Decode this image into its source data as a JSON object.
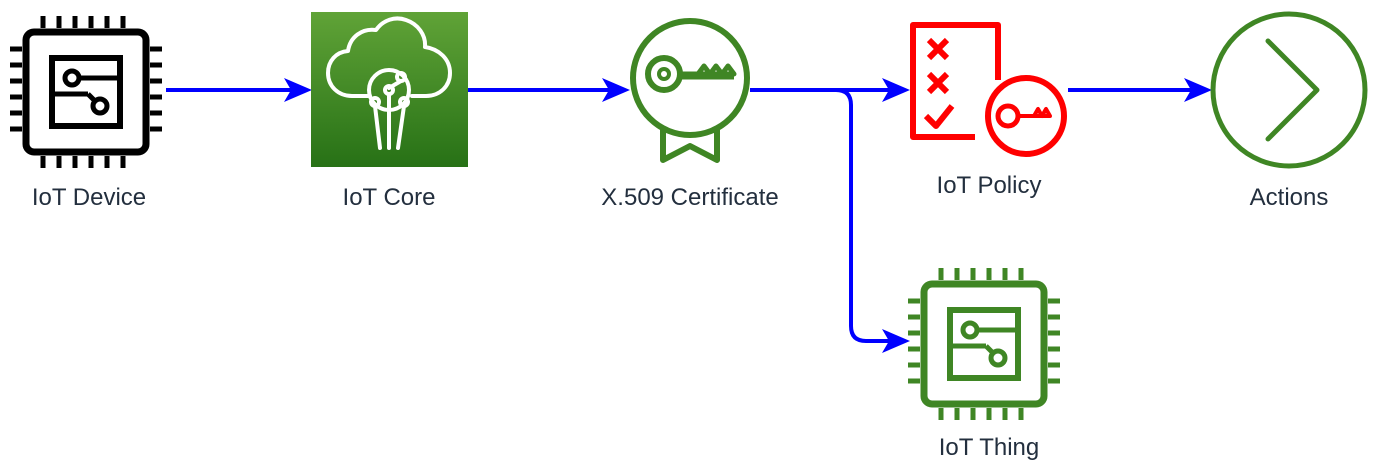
{
  "nodes": {
    "iot_device": {
      "label": "IoT Device",
      "icon": "microcontroller-chip-icon",
      "color": "#000000"
    },
    "iot_core": {
      "label": "IoT Core",
      "icon": "cloud-circuit-icon",
      "color": "#3f8624"
    },
    "certificate": {
      "label": "X.509 Certificate",
      "icon": "certificate-key-icon",
      "color": "#3f8624"
    },
    "policy": {
      "label": "IoT Policy",
      "icon": "policy-checklist-key-icon",
      "color": "#ff0000"
    },
    "actions": {
      "label": "Actions",
      "icon": "chevron-circle-icon",
      "color": "#3f8624"
    },
    "thing": {
      "label": "IoT Thing",
      "icon": "microcontroller-chip-icon",
      "color": "#3f8624"
    }
  },
  "edges": [
    {
      "from": "iot_device",
      "to": "iot_core"
    },
    {
      "from": "iot_core",
      "to": "certificate"
    },
    {
      "from": "certificate",
      "to": "policy"
    },
    {
      "from": "certificate",
      "to": "thing"
    },
    {
      "from": "policy",
      "to": "actions"
    }
  ],
  "colors": {
    "arrow": "#0000ff",
    "text": "#232f3e"
  }
}
